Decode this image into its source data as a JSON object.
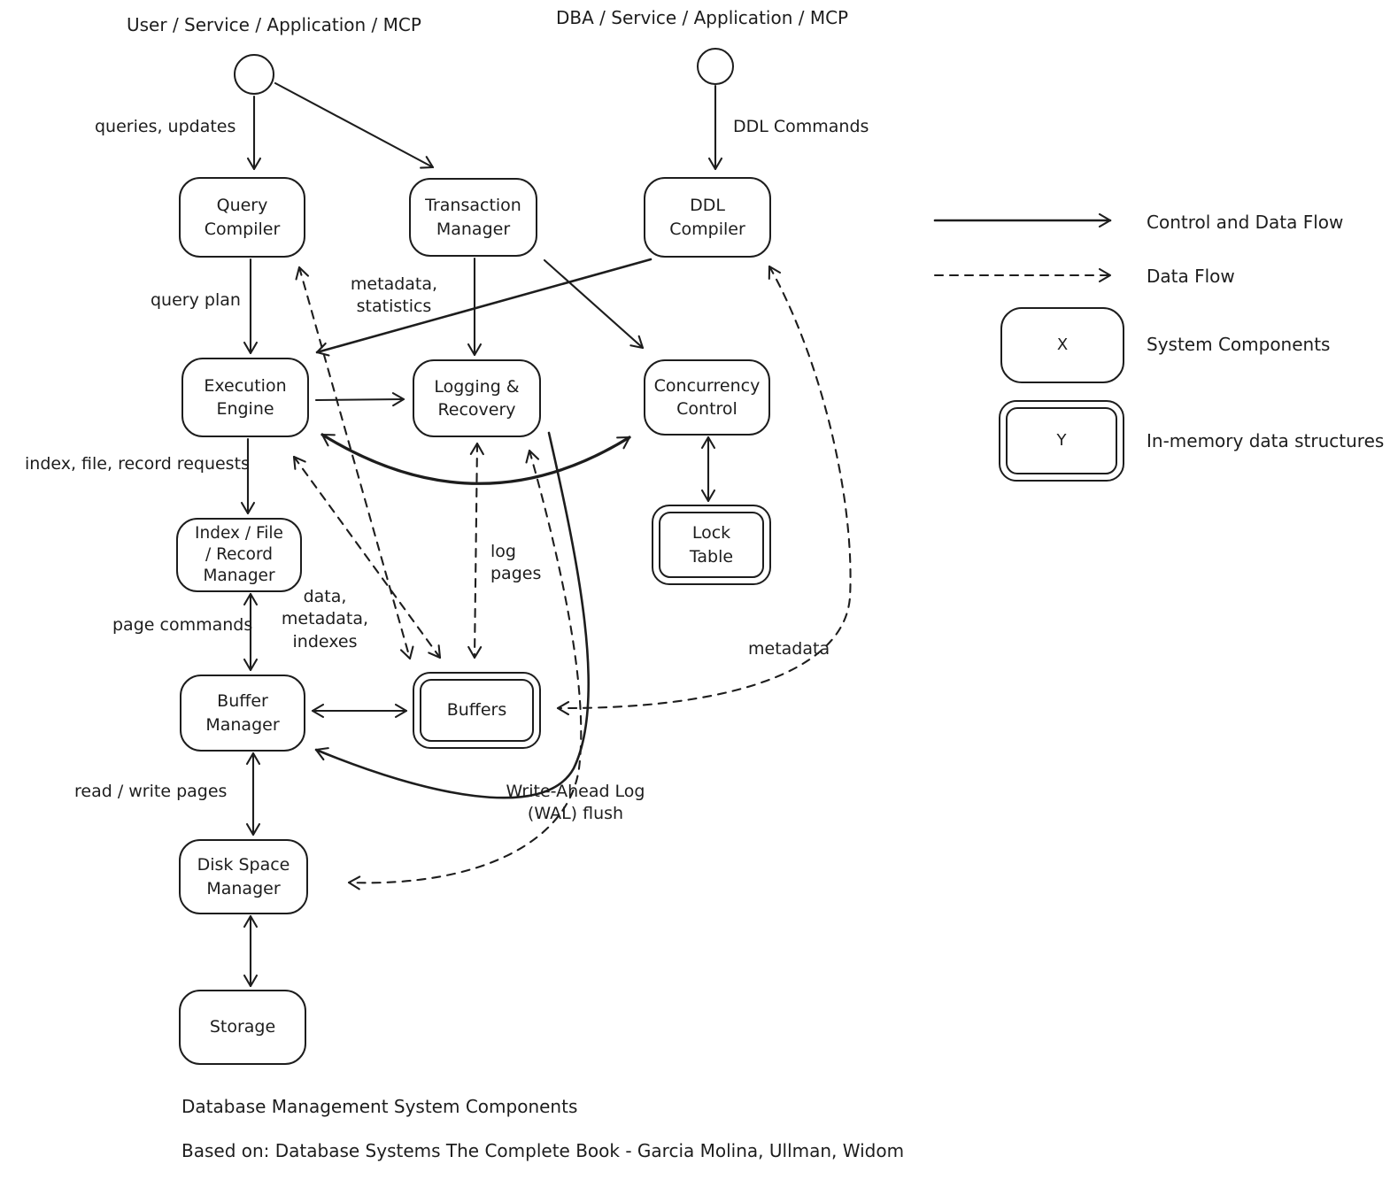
{
  "actors": {
    "user": {
      "title": "User / Service / Application / MCP"
    },
    "dba": {
      "title": "DBA / Service / Application / MCP"
    }
  },
  "nodes": {
    "query_compiler": {
      "lines": [
        "Query",
        "Compiler"
      ]
    },
    "transaction_manager": {
      "lines": [
        "Transaction",
        "Manager"
      ]
    },
    "ddl_compiler": {
      "lines": [
        "DDL",
        "Compiler"
      ]
    },
    "execution_engine": {
      "lines": [
        "Execution",
        "Engine"
      ]
    },
    "logging_recovery": {
      "lines": [
        "Logging &",
        "Recovery"
      ]
    },
    "concurrency_control": {
      "lines": [
        "Concurrency",
        "Control"
      ]
    },
    "index_file_record_manager": {
      "lines": [
        "Index / File",
        "/ Record",
        "Manager"
      ]
    },
    "lock_table": {
      "lines": [
        "Lock",
        "Table"
      ]
    },
    "buffer_manager": {
      "lines": [
        "Buffer",
        "Manager"
      ]
    },
    "buffers": {
      "lines": [
        "Buffers"
      ]
    },
    "disk_space_manager": {
      "lines": [
        "Disk Space",
        "Manager"
      ]
    },
    "storage": {
      "lines": [
        "Storage"
      ]
    }
  },
  "edge_labels": {
    "queries_updates": "queries, updates",
    "ddl_commands": "DDL Commands",
    "query_plan": "query plan",
    "metadata_statistics": [
      "metadata,",
      "statistics"
    ],
    "index_file_record_requests": "index, file, record requests",
    "log_pages": [
      "log",
      "pages"
    ],
    "data_metadata_indexes": [
      "data,",
      "metadata,",
      "indexes"
    ],
    "page_commands": "page commands",
    "metadata": "metadata",
    "read_write_pages": "read / write pages",
    "wal_flush": [
      "Write-Ahead Log",
      "(WAL) flush"
    ]
  },
  "edges": [
    {
      "from": "user",
      "to": "query_compiler",
      "style": "solid",
      "label": "queries, updates"
    },
    {
      "from": "user",
      "to": "transaction_manager",
      "style": "solid"
    },
    {
      "from": "dba",
      "to": "ddl_compiler",
      "style": "solid",
      "label": "DDL Commands"
    },
    {
      "from": "query_compiler",
      "to": "execution_engine",
      "style": "solid",
      "label": "query plan"
    },
    {
      "from": "transaction_manager",
      "to": "logging_recovery",
      "style": "solid"
    },
    {
      "from": "transaction_manager",
      "to": "concurrency_control",
      "style": "solid"
    },
    {
      "from": "ddl_compiler",
      "to": "execution_engine",
      "style": "solid"
    },
    {
      "from": "execution_engine",
      "to": "logging_recovery",
      "style": "solid"
    },
    {
      "from": "execution_engine",
      "to": "concurrency_control",
      "style": "solid",
      "bidirectional": true
    },
    {
      "from": "execution_engine",
      "to": "index_file_record_manager",
      "style": "solid",
      "label": "index, file, record requests"
    },
    {
      "from": "index_file_record_manager",
      "to": "buffer_manager",
      "style": "solid",
      "bidirectional": true,
      "label": "page commands"
    },
    {
      "from": "buffer_manager",
      "to": "buffers",
      "style": "solid",
      "bidirectional": true
    },
    {
      "from": "concurrency_control",
      "to": "lock_table",
      "style": "solid",
      "bidirectional": true
    },
    {
      "from": "buffer_manager",
      "to": "disk_space_manager",
      "style": "solid",
      "bidirectional": true,
      "label": "read / write pages"
    },
    {
      "from": "disk_space_manager",
      "to": "storage",
      "style": "solid",
      "bidirectional": true
    },
    {
      "from": "logging_recovery",
      "to": "buffer_manager",
      "style": "solid"
    },
    {
      "from": "buffers",
      "to": "query_compiler",
      "style": "dashed",
      "bidirectional": true,
      "label": "metadata, statistics"
    },
    {
      "from": "buffers",
      "to": "execution_engine",
      "style": "dashed",
      "bidirectional": true,
      "label": "data, metadata, indexes"
    },
    {
      "from": "buffers",
      "to": "logging_recovery",
      "style": "dashed",
      "bidirectional": true,
      "label": "log pages"
    },
    {
      "from": "buffers",
      "to": "ddl_compiler",
      "style": "dashed",
      "bidirectional": true,
      "label": "metadata"
    },
    {
      "from": "logging_recovery",
      "to": "disk_space_manager",
      "style": "dashed",
      "bidirectional": true,
      "label": "Write-Ahead Log (WAL) flush"
    }
  ],
  "legend": {
    "control_data_flow": "Control and Data Flow",
    "data_flow": "Data Flow",
    "system_components": "System Components",
    "in_memory": "In-memory data structures",
    "x_placeholder": "X",
    "y_placeholder": "Y"
  },
  "captions": {
    "title": "Database Management System Components",
    "source": "Based on: Database Systems The Complete Book - Garcia Molina, Ullman, Widom"
  },
  "colors": {
    "ink": "#1d1d1d",
    "background": "#ffffff"
  }
}
